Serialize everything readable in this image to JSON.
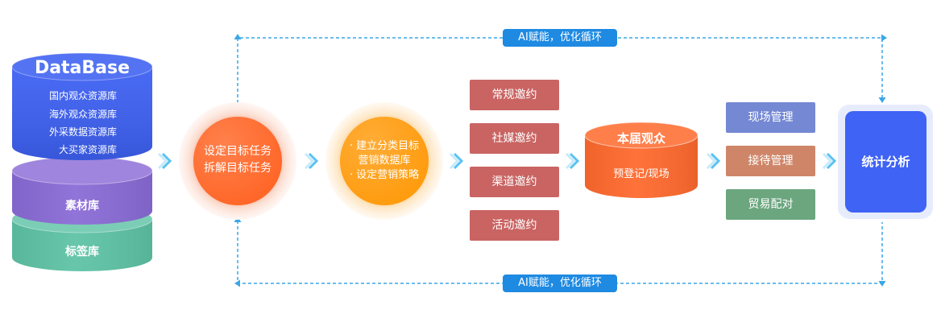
{
  "database": {
    "title": "DataBase",
    "items": [
      "国内观众资源库",
      "海外观众资源库",
      "外采数据资源库",
      "大买家资源库"
    ],
    "color": "#3d60f2"
  },
  "material_library": {
    "label": "素材库",
    "color": "#8a6bd6"
  },
  "tag_library": {
    "label": "标签库",
    "color": "#5ec3a5"
  },
  "loop": {
    "top_label": "AI赋能，优化循环",
    "bottom_label": "AI赋能，优化循环",
    "color": "#1e8ae2",
    "line_color": "#3aa7e7"
  },
  "target_stage": {
    "lines": [
      "设定目标任务",
      "拆解目标任务"
    ],
    "color": "#ff6424"
  },
  "marketing_stage": {
    "lines": [
      "· 建立分类目标",
      "营销数据库",
      "· 设定营销策略"
    ],
    "color": "#ff9a0a"
  },
  "invitations": {
    "color": "#c96462",
    "items": [
      "常规邀约",
      "社媒邀约",
      "渠道邀约",
      "活动邀约"
    ]
  },
  "audience": {
    "title": "本届观众",
    "subtitle": "预登记/现场",
    "color": "#ff6a2e"
  },
  "management": [
    {
      "label": "现场管理",
      "color": "#7488d3"
    },
    {
      "label": "接待管理",
      "color": "#cf8668"
    },
    {
      "label": "贸易配对",
      "color": "#6ba67f"
    }
  ],
  "analysis": {
    "label": "统计分析",
    "color": "#3f63f5"
  },
  "icons": {
    "stage_connector": "chevron-right-icon",
    "loop_arrow": "triangle-arrow-icon"
  }
}
